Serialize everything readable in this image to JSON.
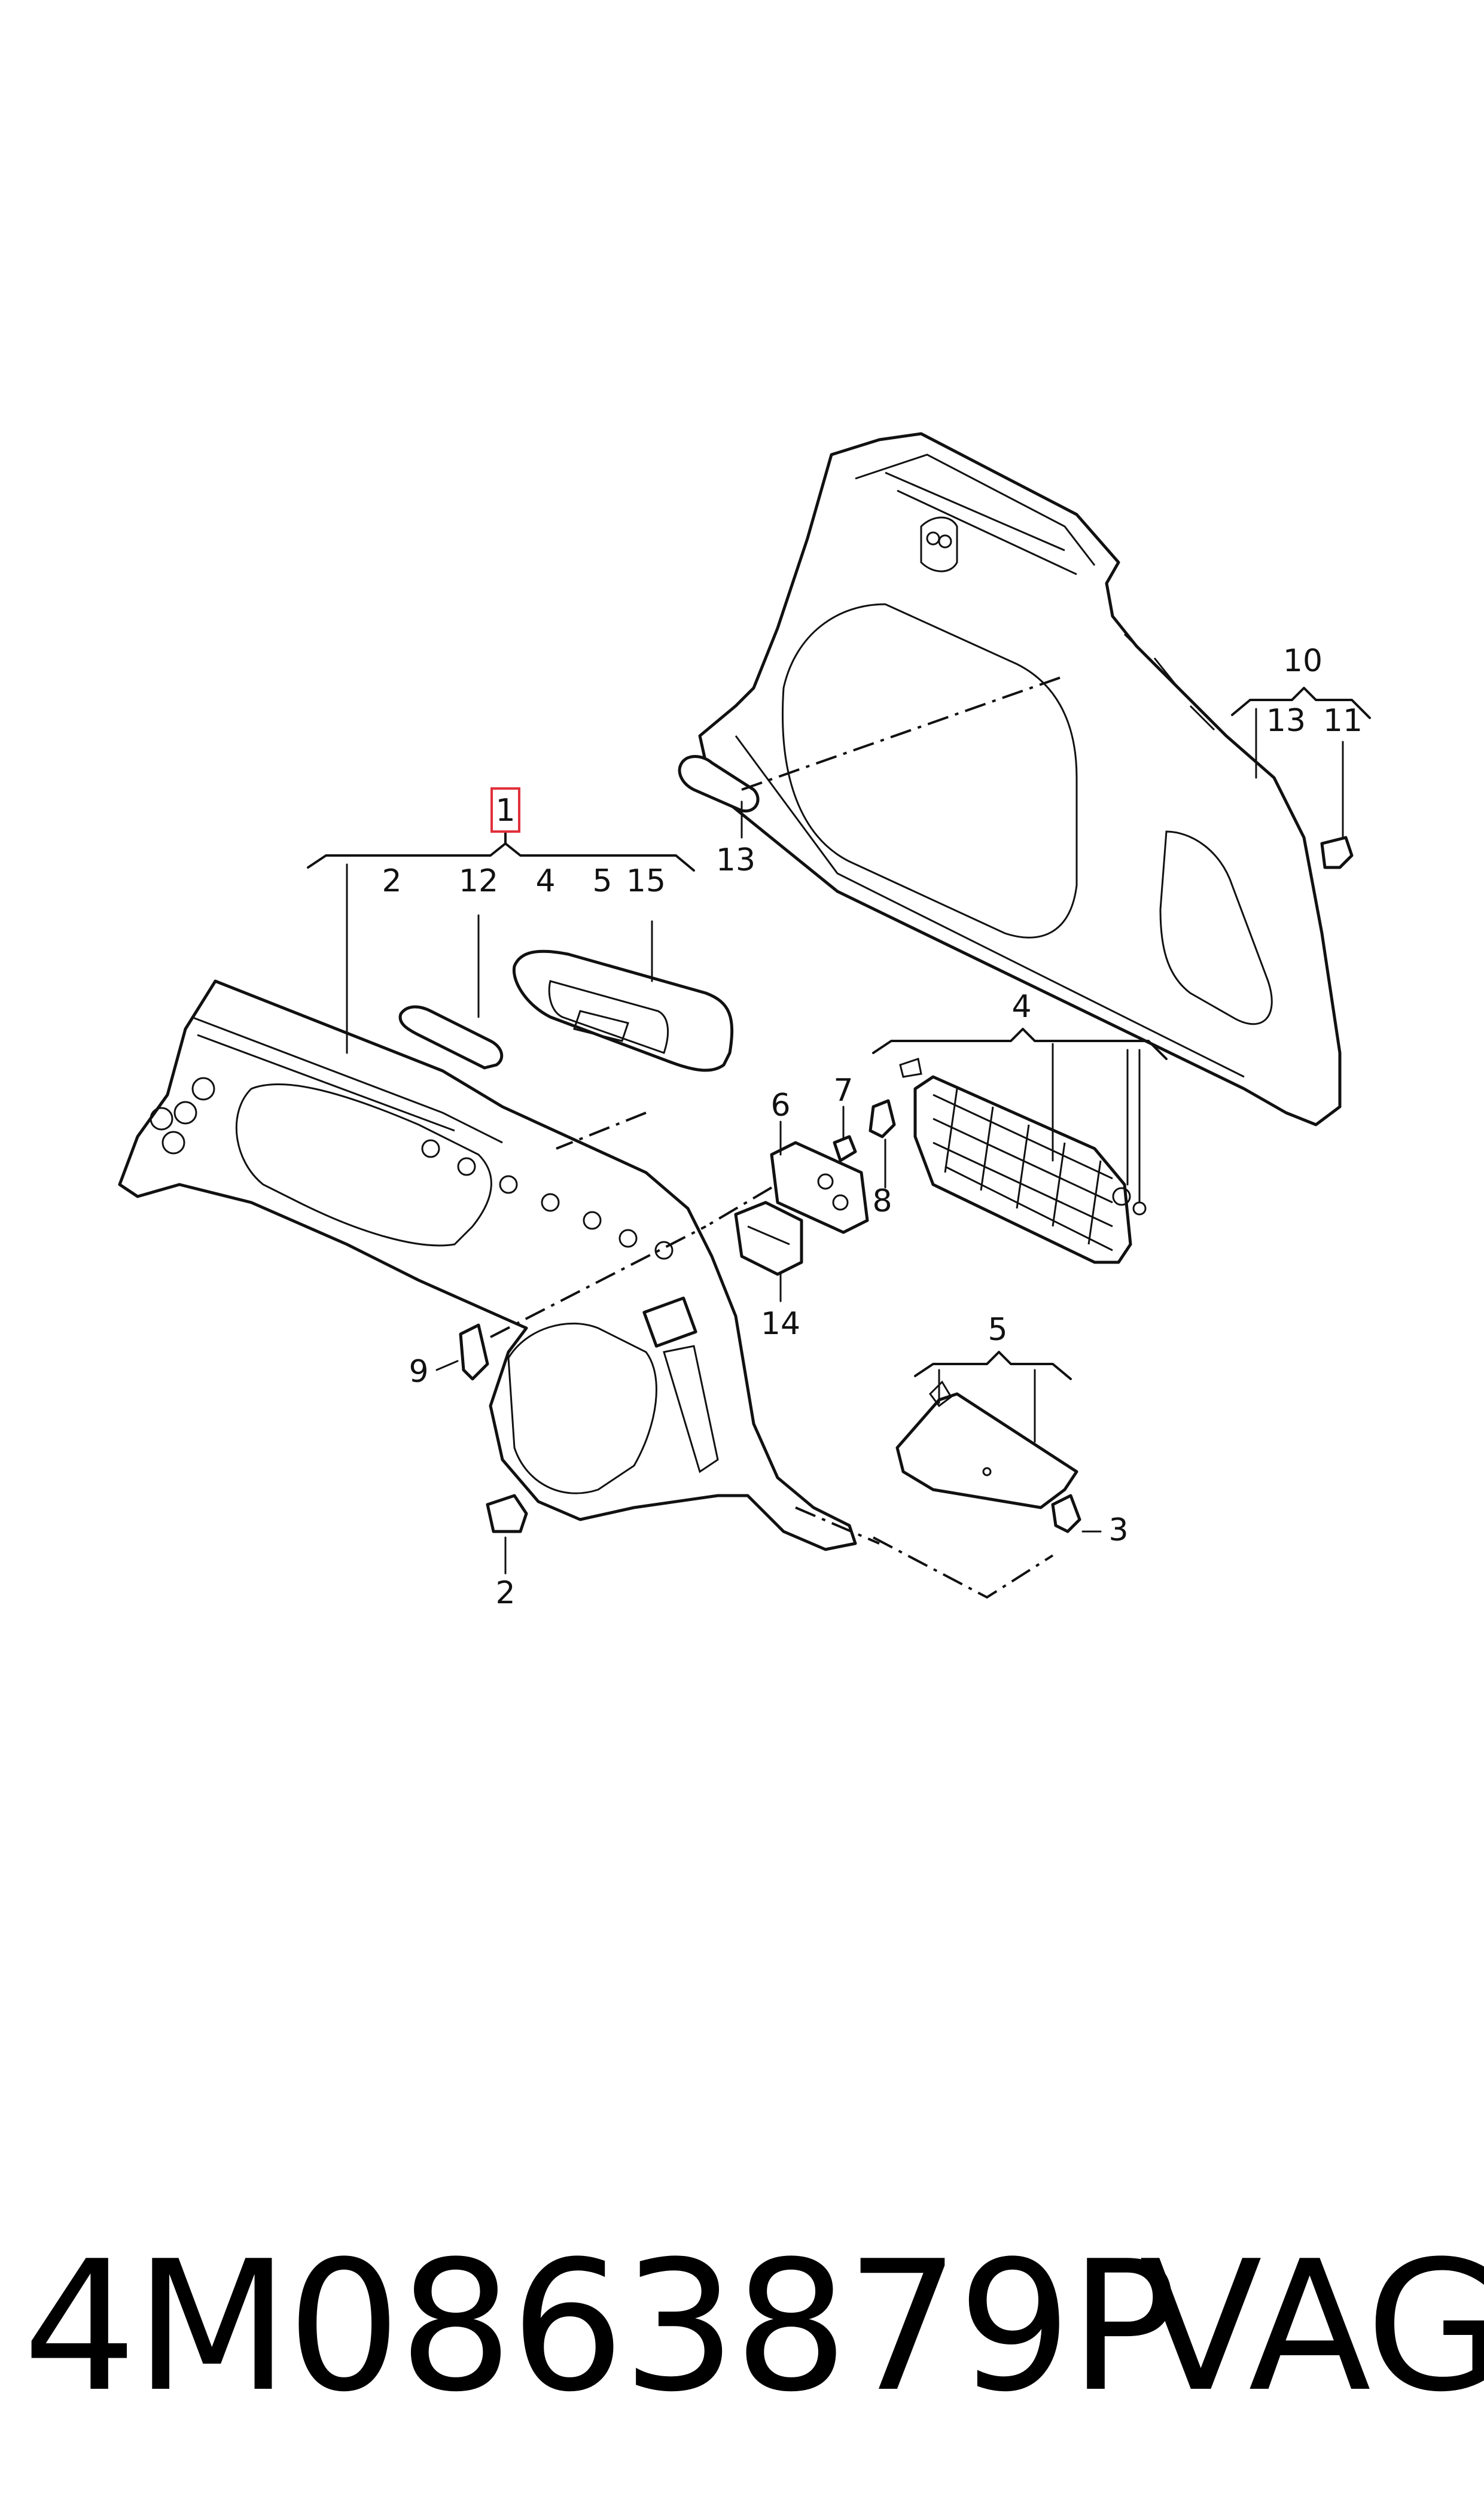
{
  "labels": {
    "l1": "1",
    "l2a": "2",
    "l12": "12",
    "l4a": "4",
    "l5a": "5",
    "l15": "15",
    "l13a": "13",
    "l10": "10",
    "l13b": "13",
    "l11": "11",
    "l6": "6",
    "l7": "7",
    "l8": "8",
    "l14": "14",
    "l4b": "4",
    "l9": "9",
    "l2b": "2",
    "l5b": "5",
    "l3": "3"
  },
  "highlight_color": "#e0303a",
  "footer": {
    "part_number": "4M0863879P",
    "brand": "VAG"
  }
}
